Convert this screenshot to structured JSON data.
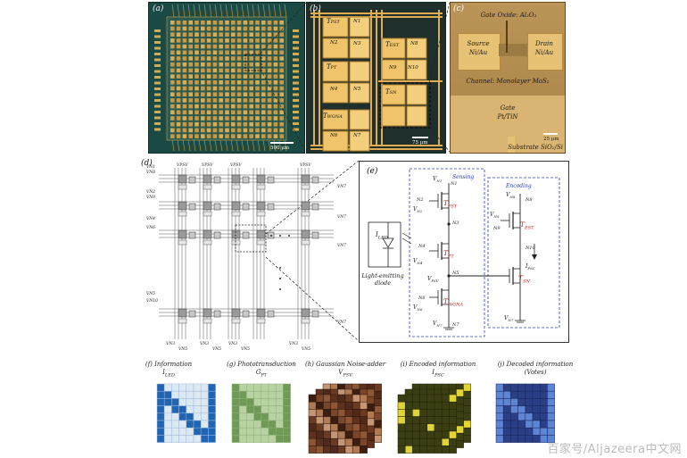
{
  "panels": {
    "a": {
      "label": "(a)",
      "scale": "500 μm"
    },
    "b": {
      "label": "(b)",
      "scale": "75 μm",
      "devices": [
        {
          "t": "T",
          "sub": "PST"
        },
        {
          "t": "T",
          "sub": "PT"
        },
        {
          "t": "T",
          "sub": "WGNA"
        },
        {
          "t": "T",
          "sub": "EST"
        },
        {
          "t": "T",
          "sub": "SN"
        }
      ],
      "nodes": [
        "N1",
        "N2",
        "N3",
        "N4",
        "N5",
        "N6",
        "N7",
        "N8",
        "N9",
        "N10"
      ]
    },
    "c": {
      "label": "(c)",
      "gate_oxide": "Gate Oxide: Al₂O₃",
      "source": "Source",
      "source_mat": "Ni/Au",
      "drain": "Drain",
      "drain_mat": "Ni/Au",
      "channel": "Channel: Monolayer MoS₂",
      "gate": "Gate",
      "gate_mat": "Pt/TiN",
      "substrate": "Substrate SiO₂/Si",
      "scale": "25 μm"
    },
    "d": {
      "label": "(d)",
      "left_rails": [
        "VN1",
        "VN8",
        "VN2",
        "VN9",
        "VN4",
        "VN6",
        "VN5",
        "VN10"
      ],
      "right_rails": [
        "VN7",
        "VN7",
        "VN7",
        "VN7"
      ],
      "top_rails": [
        "VPSV",
        "VPSV",
        "VPSV",
        "VPSV"
      ],
      "bottom_rails": [
        "VN3",
        "VN5",
        "VN3",
        "VN5",
        "VN3",
        "VN5",
        "VN3",
        "VN5"
      ]
    },
    "e": {
      "label": "(e)",
      "sensing": "Sensing",
      "encoding": "Encoding",
      "led_label": "I",
      "led_sub": "LED",
      "led_caption": "Light-emitting diode",
      "transistors": {
        "pst": {
          "t": "T",
          "sub": "PST"
        },
        "pt": {
          "t": "T",
          "sub": "PT"
        },
        "wgna": {
          "t": "T",
          "sub": "WGNA"
        },
        "est": {
          "t": "T",
          "sub": "EST"
        },
        "sn": {
          "t": "T",
          "sub": "SN"
        }
      },
      "voltages": {
        "vn1": "V",
        "vn1_sub": "N1",
        "vn2": "V",
        "vn2_sub": "N2",
        "vn4": "V",
        "vn4_sub": "N4",
        "vpsv": "V",
        "vpsv_sub": "PSV",
        "vn6": "V",
        "vn6_sub": "N6",
        "vn7": "V",
        "vn7_sub": "N7",
        "vn8": "V",
        "vn8_sub": "N8",
        "vn9": "V",
        "vn9_sub": "N9",
        "vn7b": "V",
        "vn7b_sub": "N7"
      },
      "ipsc": "I",
      "ipsc_sub": "PSC",
      "nodes": [
        "N1",
        "N2",
        "N3",
        "N4",
        "N5",
        "N6",
        "N7",
        "N8",
        "N9",
        "N10"
      ]
    },
    "f": {
      "label": "(f)",
      "title": "Information",
      "sym": "I",
      "sub": "LED"
    },
    "g": {
      "label": "(g)",
      "title": "Phototransduction",
      "sym": "G",
      "sub": "PT"
    },
    "h": {
      "label": "(h)",
      "title": "Gaussian Noise-adder",
      "sym": "V",
      "sub": "PSV"
    },
    "i": {
      "label": "(i)",
      "title": "Encoded information",
      "sym": "I",
      "sub": "PSC"
    },
    "j": {
      "label": "(j)",
      "title": "Decoded information",
      "sym": "(Votes)",
      "sub": ""
    }
  },
  "colors": {
    "chip_green": "#1b4a44",
    "electrode_gold": "#e5b35a",
    "transistor_red": "#b5231d",
    "box_blue": "#2c3cc0",
    "info_blue": "#1f65b3",
    "pt_green": "#6e9a55",
    "noise_brown": "#6a3a22",
    "encoded_olive": "#3a3e12",
    "decoded_navy": "#2a3f86"
  },
  "pattern_N": [
    [
      1,
      0,
      0,
      0,
      0,
      0,
      0,
      1
    ],
    [
      1,
      1,
      0,
      0,
      0,
      0,
      0,
      1
    ],
    [
      1,
      1,
      1,
      0,
      0,
      0,
      0,
      1
    ],
    [
      1,
      0,
      1,
      1,
      0,
      0,
      0,
      1
    ],
    [
      1,
      0,
      0,
      1,
      1,
      0,
      0,
      1
    ],
    [
      1,
      0,
      0,
      0,
      1,
      1,
      0,
      1
    ],
    [
      1,
      0,
      0,
      0,
      0,
      1,
      1,
      1
    ],
    [
      1,
      0,
      0,
      0,
      0,
      0,
      1,
      1
    ]
  ],
  "watermark": "百家号/Aljazeera中文网"
}
